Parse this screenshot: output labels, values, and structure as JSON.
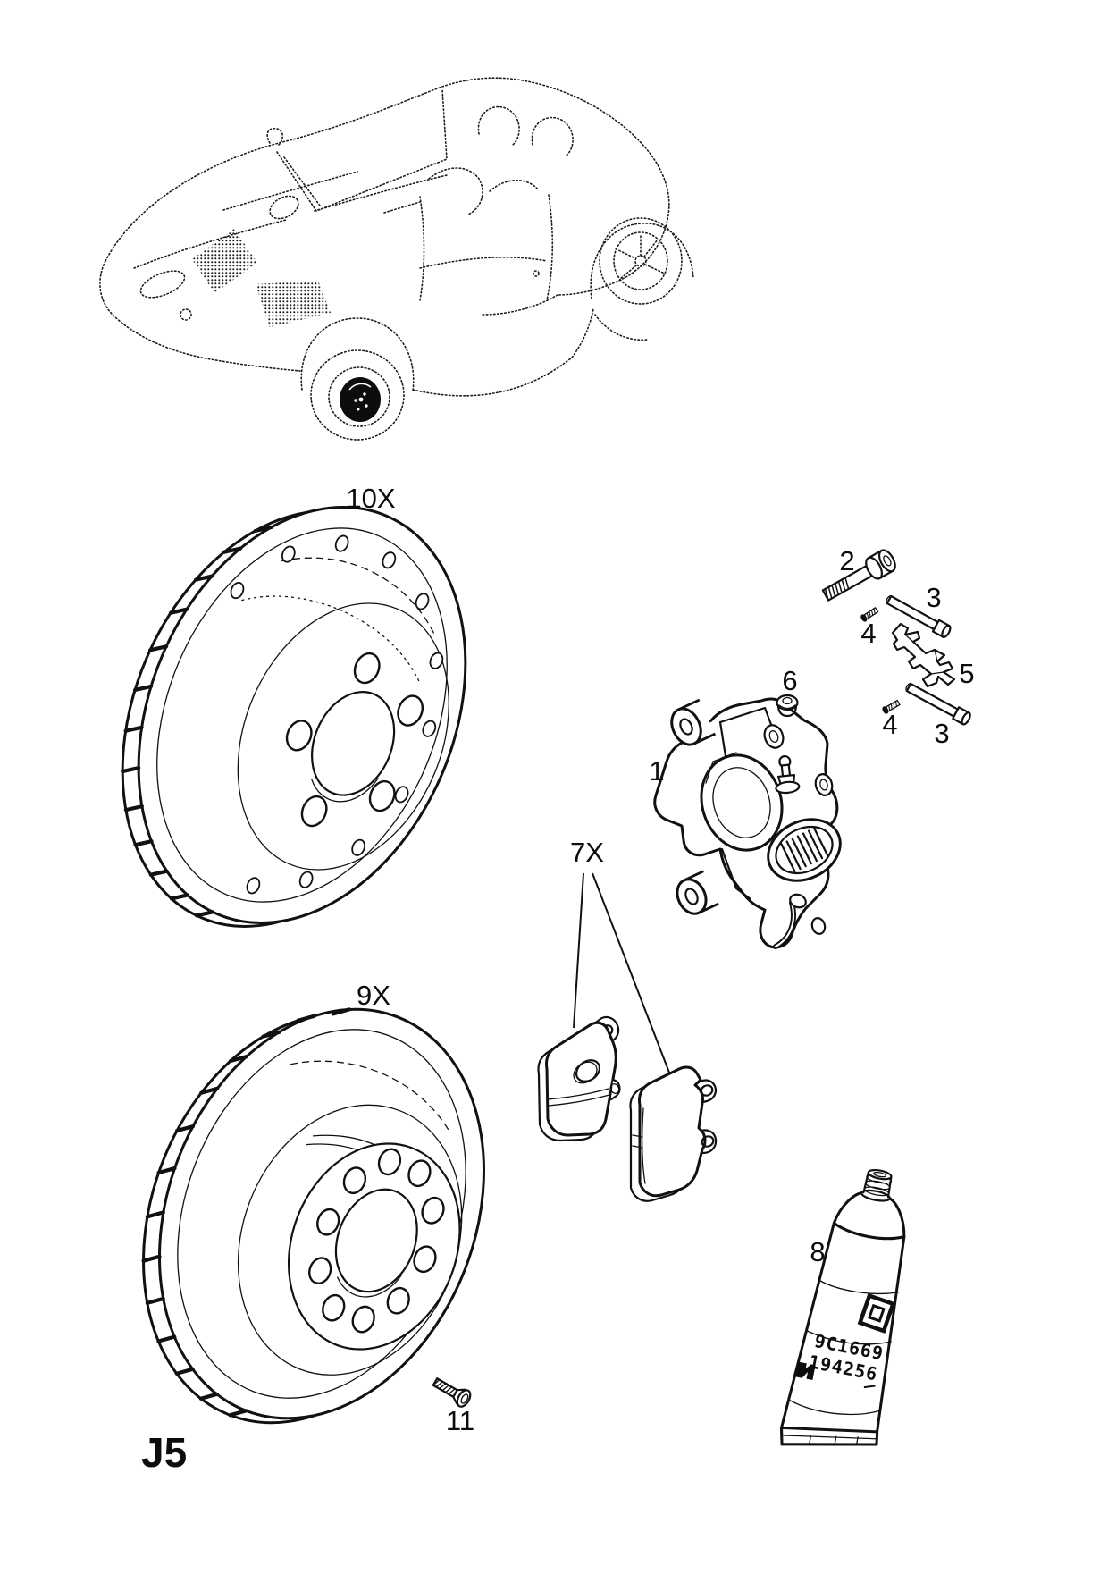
{
  "page": {
    "code": "J5",
    "background": "#ffffff",
    "ink": "#111111"
  },
  "callouts": {
    "disc_10x": "10X",
    "bolt_2": "2",
    "pin_3_upper": "3",
    "screw_4_upper": "4",
    "spring_5": "5",
    "cap_6": "6",
    "caliper_1": "1",
    "pads_7x": "7X",
    "screw_4_lower": "4",
    "pin_3_lower": "3",
    "disc_9x": "9X",
    "tube_8": "8",
    "screw_11": "11"
  },
  "tube_print": {
    "line1": "9C1669",
    "line2": "194256"
  }
}
